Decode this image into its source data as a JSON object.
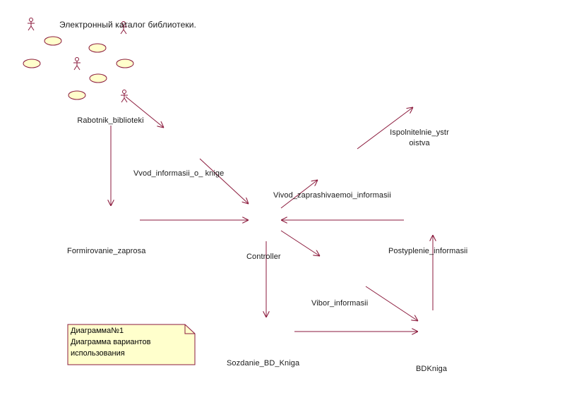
{
  "diagram": {
    "title": "Электронный каталог библиотеки.",
    "actor": {
      "name": "Rabotnik_biblioteki"
    },
    "nodes": {
      "controller": "Controller",
      "formirovanie": "Formirovanie_zaprosa",
      "sozdanie": "Sozdanie_BD_Kniga",
      "bdkniga": "BDKniga",
      "postyplenie": "Postyplenie_informasii",
      "ispolnitelnie": "Ispolnitelnie_ystroistva"
    },
    "messages": {
      "vvod": "Vvod_informasii_o_ knige",
      "vivod": "Vivod_zaprashivaemoi_informasii",
      "vibor": "Vibor_informasii"
    },
    "note": {
      "line1": "Диаграмма№1",
      "line2": "Диаграмма вариантов",
      "line3": "использования"
    },
    "colors": {
      "line": "#8b1a3c",
      "note_fill": "#ffffcc",
      "note_border": "#8b1a3c"
    }
  }
}
